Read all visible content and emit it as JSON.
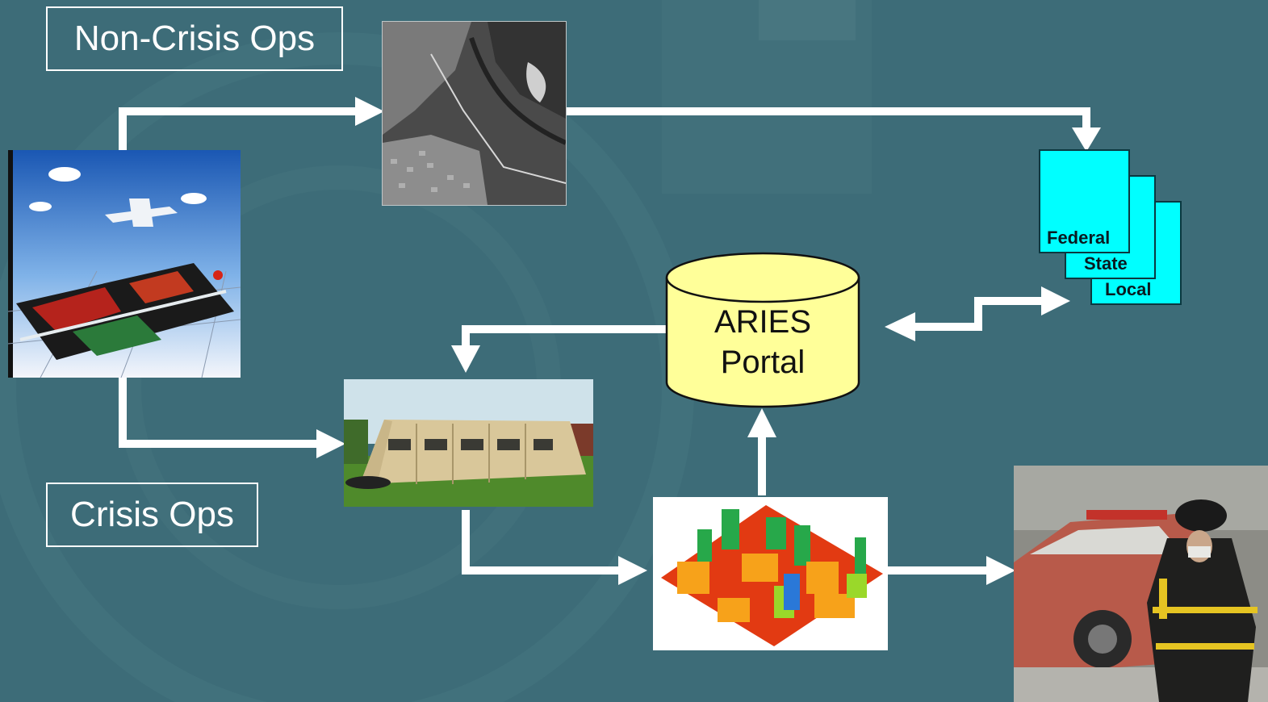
{
  "labels": {
    "non_crisis": "Non-Crisis Ops",
    "crisis": "Crisis Ops"
  },
  "portal": {
    "line1": "ARIES",
    "line2": "Portal"
  },
  "agencies": {
    "federal": "Federal",
    "state": "State",
    "local": "Local"
  },
  "colors": {
    "background": "#3d6c78",
    "arrow": "#ffffff",
    "portal_fill": "#ffff99",
    "agency_fill": "#00ffff"
  }
}
